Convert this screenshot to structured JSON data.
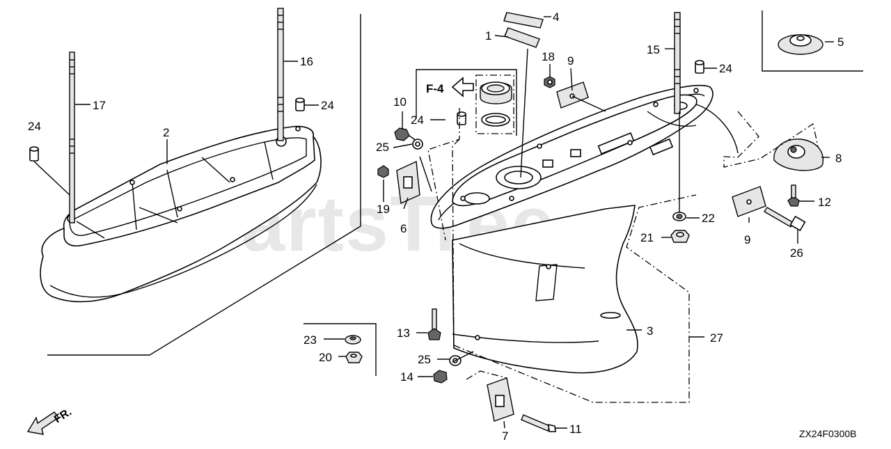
{
  "watermark": "PartsTree",
  "diagram_code": "ZX24F0300B",
  "front_arrow_label": "FR.",
  "ref_box_label": "F-4",
  "callouts": {
    "c1": "1",
    "c2": "2",
    "c3": "3",
    "c4": "4",
    "c5": "5",
    "c6": "6",
    "c7": "7",
    "c8": "8",
    "c9a": "9",
    "c9b": "9",
    "c10": "10",
    "c11": "11",
    "c12": "12",
    "c13": "13",
    "c14": "14",
    "c15": "15",
    "c16": "16",
    "c17": "17",
    "c18": "18",
    "c19": "19",
    "c20": "20",
    "c21": "21",
    "c22": "22",
    "c23": "23",
    "c24a": "24",
    "c24b": "24",
    "c24c": "24",
    "c24d": "24",
    "c25a": "25",
    "c25b": "25",
    "c26": "26",
    "c27": "27"
  }
}
